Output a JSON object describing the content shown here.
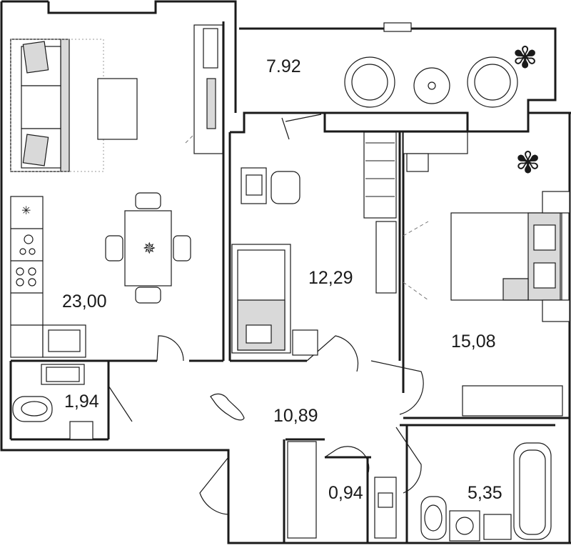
{
  "plan": {
    "rooms": [
      {
        "id": "balcony",
        "area": "7.92"
      },
      {
        "id": "living",
        "area": "23,00"
      },
      {
        "id": "bedroom-1",
        "area": "12,29"
      },
      {
        "id": "bedroom-2",
        "area": "15,08"
      },
      {
        "id": "wc",
        "area": "1,94"
      },
      {
        "id": "hall",
        "area": "10,89"
      },
      {
        "id": "closet",
        "area": "0,94"
      },
      {
        "id": "bathroom",
        "area": "5,35"
      }
    ],
    "colors": {
      "wall": "#1a1a1a",
      "fill_grey": "#d9d9d9",
      "background": "#ffffff"
    }
  }
}
